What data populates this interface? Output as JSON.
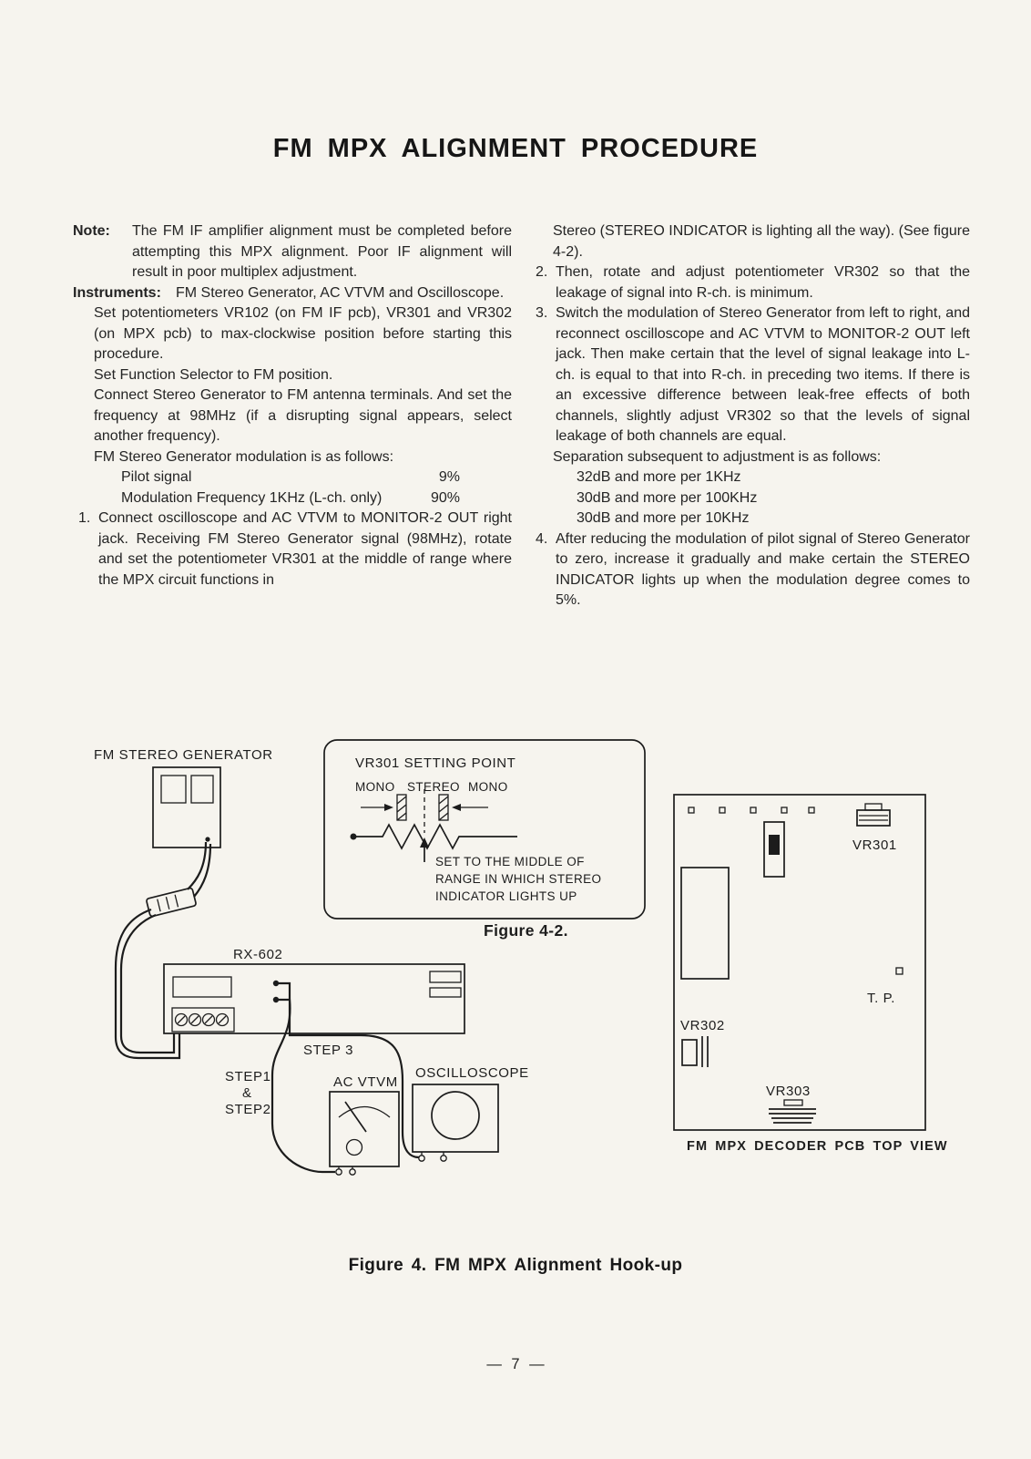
{
  "page": {
    "title": "FM MPX ALIGNMENT PROCEDURE",
    "figure4_caption": "Figure 4.  FM MPX Alignment Hook-up",
    "page_number": "— 7 —"
  },
  "left_column": {
    "note_label": "Note:",
    "note_text": "The FM IF amplifier alignment must be completed before attempting this MPX alignment. Poor IF alignment will result in poor multiplex adjustment.",
    "instruments_label": "Instruments:",
    "instruments_text": "FM Stereo Generator, AC VTVM and Oscilloscope.",
    "para1": "Set potentiometers VR102 (on FM IF pcb), VR301 and VR302 (on MPX pcb) to max-clockwise position before starting this procedure.",
    "para2": "Set Function Selector to FM position.",
    "para3": "Connect Stereo Generator to FM antenna terminals. And set the frequency at 98MHz (if a disrupting signal appears, select another frequency).",
    "para4": "FM Stereo Generator modulation is as follows:",
    "pilot_label": "Pilot signal",
    "pilot_value": "9%",
    "modulation_label": "Modulation Frequency 1KHz (L-ch. only)",
    "modulation_value": "90%",
    "item1_number": "1.",
    "item1_text": "Connect oscilloscope and AC VTVM to MONITOR-2 OUT right jack. Receiving FM Stereo Generator signal (98MHz), rotate and set the potentiometer VR301 at the middle of range where the MPX circuit functions in"
  },
  "right_column": {
    "continuation": "Stereo (STEREO INDICATOR is lighting all the way). (See figure 4-2).",
    "item2_number": "2.",
    "item2_text": "Then, rotate and adjust potentiometer VR302 so that the leakage of signal into R-ch. is minimum.",
    "item3_number": "3.",
    "item3_text": "Switch the modulation of Stereo Generator from left to right, and reconnect oscilloscope and AC VTVM to MONITOR-2 OUT left jack. Then make certain that the level of signal leakage into L-ch. is equal to that into R-ch. in preceding two items. If there is an excessive difference between leak-free effects of both channels, slightly adjust VR302 so that the levels of signal leakage of both channels are equal.",
    "separation_intro": "Separation subsequent to adjustment is as follows:",
    "sep1": "32dB and more per 1KHz",
    "sep2": "30dB and more per 100KHz",
    "sep3": "30dB and more per 10KHz",
    "item4_number": "4.",
    "item4_text": "After reducing the modulation of pilot signal of Stereo Generator to zero, increase it gradually and make certain the STEREO INDICATOR lights up when the modulation degree comes to 5%."
  },
  "diagram": {
    "fm_stereo_generator": "FM STEREO GENERATOR",
    "vr301_setting_point": "VR301 SETTING POINT",
    "mono_left": "MONO",
    "stereo": "STEREO",
    "mono_right": "MONO",
    "set_middle_line1": "SET TO THE MIDDLE OF",
    "set_middle_line2": "RANGE IN WHICH STEREO",
    "set_middle_line3": "INDICATOR LIGHTS UP",
    "figure42_caption": "Figure 4-2.",
    "rx602": "RX-602",
    "step3": "STEP 3",
    "step12_line1": "STEP1",
    "step12_line2": "&",
    "step12_line3": "STEP2",
    "ac_vtvm": "AC VTVM",
    "oscilloscope": "OSCILLOSCOPE",
    "vr301": "VR301",
    "tp": "T. P.",
    "vr302": "VR302",
    "vr303": "VR303",
    "pcb_caption": "FM MPX DECODER PCB TOP VIEW"
  }
}
